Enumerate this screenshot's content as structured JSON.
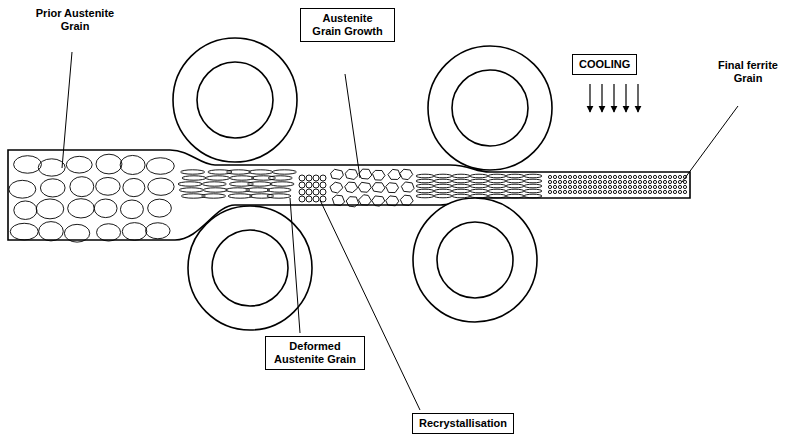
{
  "diagram": {
    "nodes": [
      {
        "text": [
          "Austenite Grain Growth"
        ]
      },
      {
        "text": [
          "COOLING"
        ]
      },
      {
        "text": [
          "Deformed Austenite Grain"
        ]
      },
      {
        "text": [
          "Recrystallisation"
        ]
      }
    ],
    "labels": [
      "Prior Austenite Grain",
      "Final ferrite Grain"
    ]
  }
}
